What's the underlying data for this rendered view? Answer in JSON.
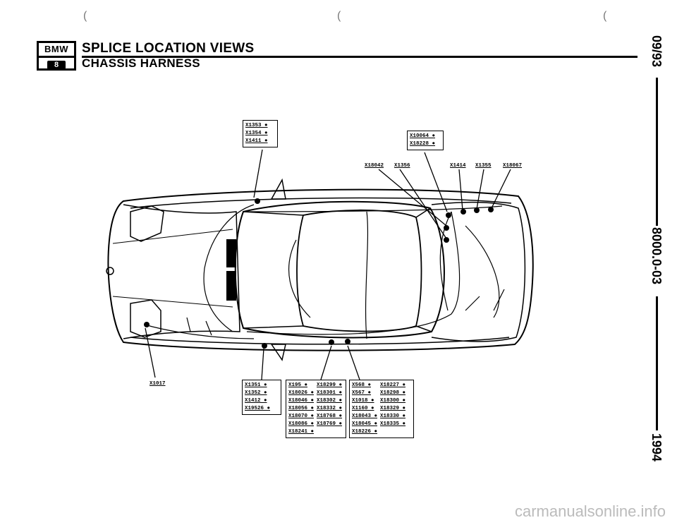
{
  "header": {
    "logo_top": "BMW",
    "logo_badge": "8",
    "title": "SPLICE LOCATION VIEWS",
    "subtitle": "CHASSIS HARNESS"
  },
  "side": {
    "date": "09/93",
    "doc_number": "8000.0-03",
    "year": "1994"
  },
  "tick_marks": [
    "(",
    "(",
    "("
  ],
  "labels": {
    "top_box_left": [
      "X1353",
      "X1354",
      "X1411"
    ],
    "top_box_right": [
      "X10064",
      "X18228"
    ],
    "top_row": [
      "X18042",
      "X1356",
      "X1414",
      "X1355",
      "X18067"
    ],
    "left_bottom": "X1017",
    "bottom_box_1": [
      "X1351",
      "X1352",
      "X1412",
      "X19526"
    ],
    "bottom_box_2_col1": [
      "X195",
      "X18026",
      "X18046",
      "X18056",
      "X18070",
      "X18086",
      "X18241"
    ],
    "bottom_box_2_col2": [
      "X18299",
      "X18301",
      "X18302",
      "X18332",
      "X18768",
      "X18769"
    ],
    "bottom_box_3_col1": [
      "X568",
      "X567",
      "X1018",
      "X1160",
      "X18043",
      "X18045",
      "X18226"
    ],
    "bottom_box_3_col2": [
      "X18227",
      "X18298",
      "X18300",
      "X18329",
      "X18330",
      "X18335"
    ]
  },
  "footer": {
    "watermark": "carmanualsonline.info"
  }
}
